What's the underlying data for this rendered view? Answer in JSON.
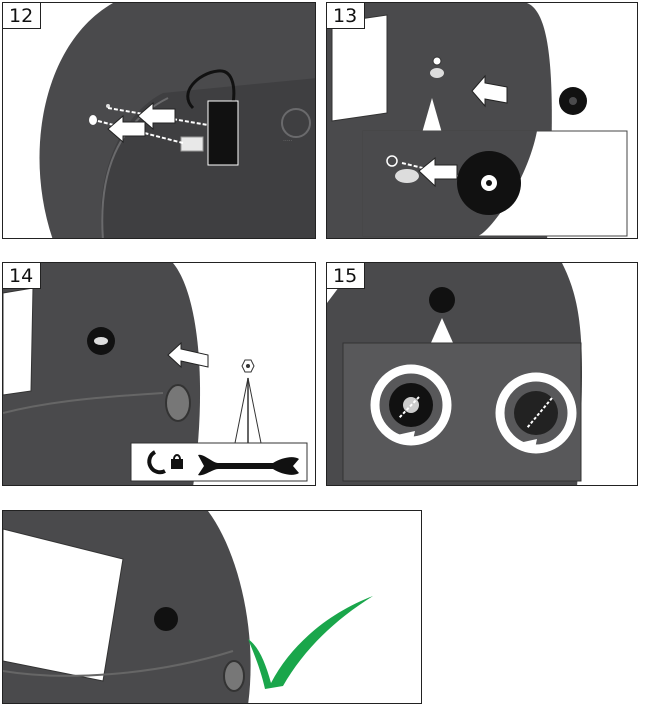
{
  "steps": [
    {
      "number": "12",
      "icon": "cable-connect-illustration"
    },
    {
      "number": "13",
      "icon": "knob-mount-illustration"
    },
    {
      "number": "14",
      "icon": "nut-tighten-illustration"
    },
    {
      "number": "15",
      "icon": "knob-rotate-illustration"
    },
    {
      "number": "",
      "icon": "completed-helmet-illustration"
    }
  ],
  "colors": {
    "helmet": "#4a4a4c",
    "helmet_dark": "#2e2e30",
    "inset": "#58585a",
    "check": "#1aa64b"
  },
  "final_check": "check-icon"
}
